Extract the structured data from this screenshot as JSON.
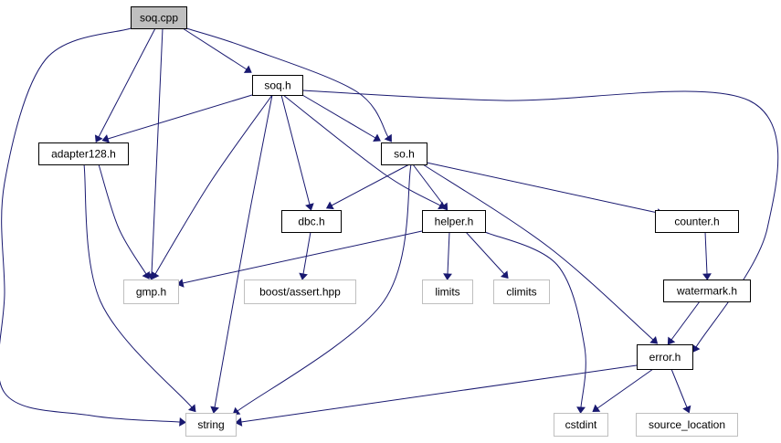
{
  "graph": {
    "edge_color": "#191970",
    "nodes": {
      "soq_cpp": {
        "label": "soq.cpp",
        "kind": "primary"
      },
      "soq_h": {
        "label": "soq.h",
        "kind": "local"
      },
      "adapter128_h": {
        "label": "adapter128.h",
        "kind": "local"
      },
      "so_h": {
        "label": "so.h",
        "kind": "local"
      },
      "dbc_h": {
        "label": "dbc.h",
        "kind": "local"
      },
      "helper_h": {
        "label": "helper.h",
        "kind": "local"
      },
      "counter_h": {
        "label": "counter.h",
        "kind": "local"
      },
      "gmp_h": {
        "label": "gmp.h",
        "kind": "system"
      },
      "boost_assert_hpp": {
        "label": "boost/assert.hpp",
        "kind": "system"
      },
      "limits": {
        "label": "limits",
        "kind": "system"
      },
      "climits": {
        "label": "climits",
        "kind": "system"
      },
      "watermark_h": {
        "label": "watermark.h",
        "kind": "local"
      },
      "error_h": {
        "label": "error.h",
        "kind": "local"
      },
      "string": {
        "label": "string",
        "kind": "system"
      },
      "cstdint": {
        "label": "cstdint",
        "kind": "system"
      },
      "source_location": {
        "label": "source_location",
        "kind": "system"
      }
    },
    "edges": [
      [
        "soq_cpp",
        "soq_h"
      ],
      [
        "soq_cpp",
        "adapter128_h"
      ],
      [
        "soq_cpp",
        "so_h"
      ],
      [
        "soq_cpp",
        "gmp_h"
      ],
      [
        "soq_cpp",
        "string"
      ],
      [
        "soq_h",
        "adapter128_h"
      ],
      [
        "soq_h",
        "so_h"
      ],
      [
        "soq_h",
        "dbc_h"
      ],
      [
        "soq_h",
        "helper_h"
      ],
      [
        "soq_h",
        "gmp_h"
      ],
      [
        "soq_h",
        "string"
      ],
      [
        "soq_h",
        "error_h"
      ],
      [
        "adapter128_h",
        "gmp_h"
      ],
      [
        "adapter128_h",
        "string"
      ],
      [
        "so_h",
        "dbc_h"
      ],
      [
        "so_h",
        "helper_h"
      ],
      [
        "so_h",
        "counter_h"
      ],
      [
        "so_h",
        "error_h"
      ],
      [
        "so_h",
        "string"
      ],
      [
        "dbc_h",
        "boost_assert_hpp"
      ],
      [
        "helper_h",
        "gmp_h"
      ],
      [
        "helper_h",
        "limits"
      ],
      [
        "helper_h",
        "climits"
      ],
      [
        "helper_h",
        "cstdint"
      ],
      [
        "counter_h",
        "watermark_h"
      ],
      [
        "watermark_h",
        "error_h"
      ],
      [
        "error_h",
        "string"
      ],
      [
        "error_h",
        "cstdint"
      ],
      [
        "error_h",
        "source_location"
      ]
    ]
  }
}
